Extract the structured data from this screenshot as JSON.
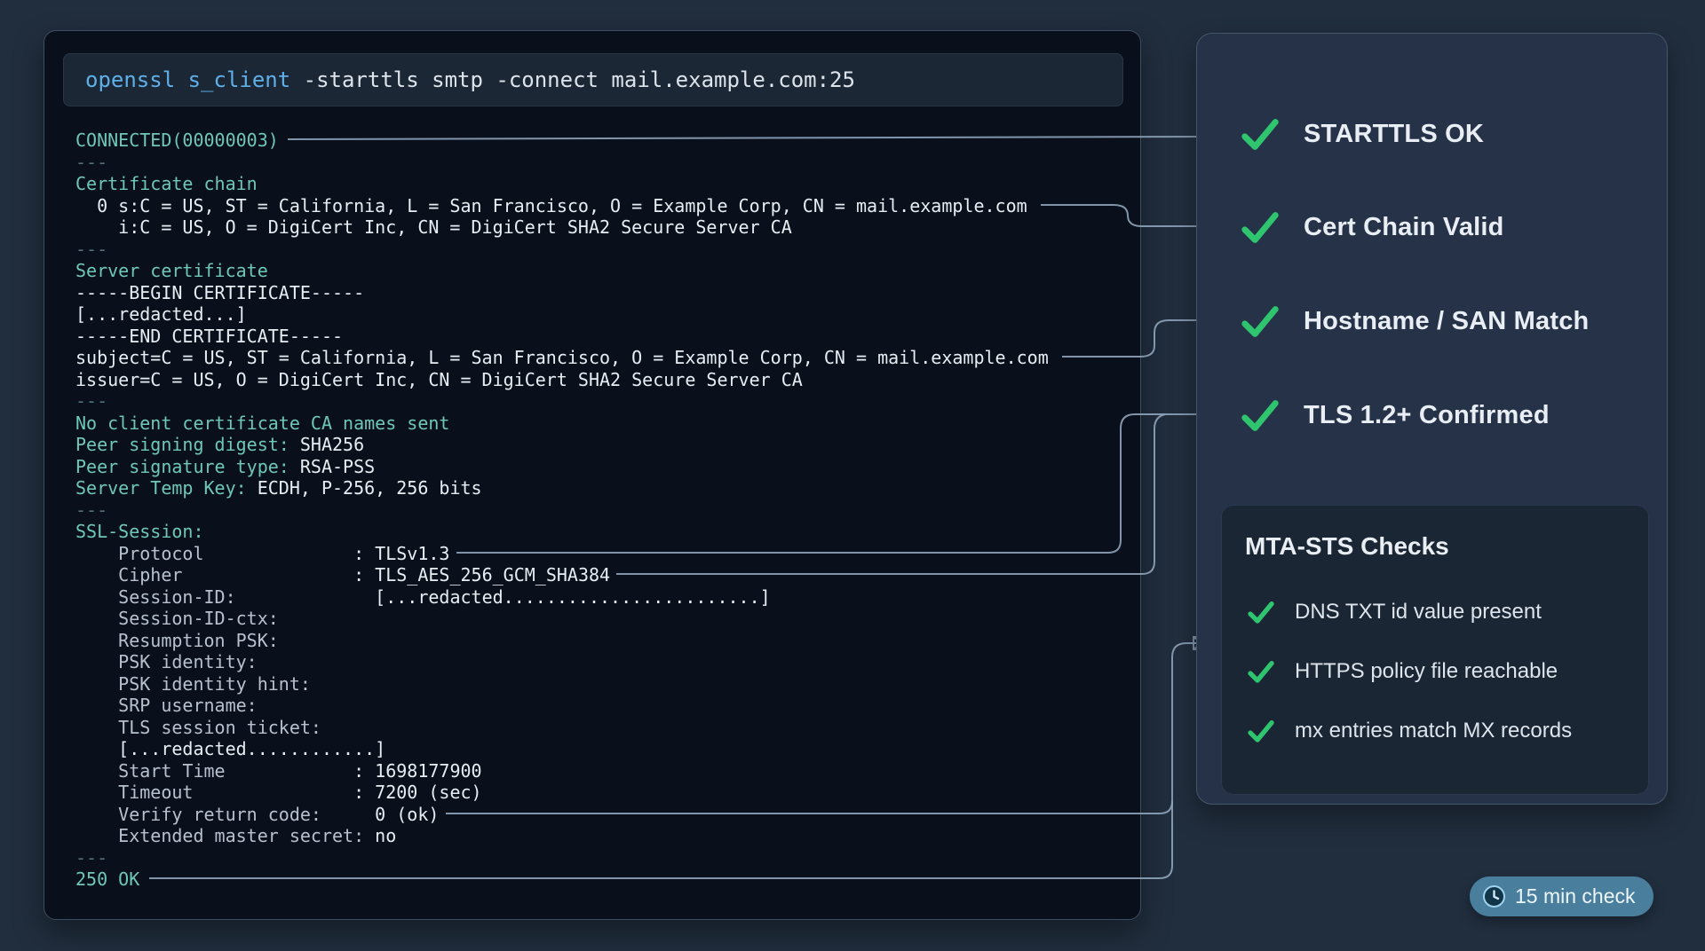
{
  "command": {
    "highlight": "openssl s_client",
    "rest": " -starttls smtp -connect mail.example.com:25"
  },
  "terminal": {
    "lines": [
      [
        {
          "t": "CONNECTED(00000003)",
          "c": "teal"
        }
      ],
      [
        {
          "t": "---",
          "c": "dim"
        }
      ],
      [
        {
          "t": "Certificate chain",
          "c": "teal"
        }
      ],
      [
        {
          "t": "  0 s:C = US, ST = California, L = San Francisco, O = Example Corp, CN = mail.example.com",
          "c": "white"
        }
      ],
      [
        {
          "t": "    i:C = US, O = DigiCert Inc, CN = DigiCert SHA2 Secure Server CA",
          "c": "white"
        }
      ],
      [
        {
          "t": "---",
          "c": "dim"
        }
      ],
      [
        {
          "t": "Server certificate",
          "c": "teal"
        }
      ],
      [
        {
          "t": "-----BEGIN CERTIFICATE-----",
          "c": "white"
        }
      ],
      [
        {
          "t": "[...redacted...]",
          "c": "white"
        }
      ],
      [
        {
          "t": "-----END CERTIFICATE-----",
          "c": "white"
        }
      ],
      [
        {
          "t": "subject=C = US, ST = California, L = San Francisco, O = Example Corp, CN = mail.example.com",
          "c": "white"
        }
      ],
      [
        {
          "t": "issuer=C = US, O = DigiCert Inc, CN = DigiCert SHA2 Secure Server CA",
          "c": "white"
        }
      ],
      [
        {
          "t": "---",
          "c": "dim"
        }
      ],
      [
        {
          "t": "No client certificate CA names sent",
          "c": "teal"
        }
      ],
      [
        {
          "t": "Peer signing digest: ",
          "c": "teal"
        },
        {
          "t": "SHA256",
          "c": "white"
        }
      ],
      [
        {
          "t": "Peer signature type: ",
          "c": "teal"
        },
        {
          "t": "RSA-PSS",
          "c": "white"
        }
      ],
      [
        {
          "t": "Server Temp Key: ",
          "c": "teal"
        },
        {
          "t": "ECDH, P-256, 256 bits",
          "c": "white"
        }
      ],
      [
        {
          "t": "---",
          "c": "dim"
        }
      ],
      [
        {
          "t": "SSL-Session:",
          "c": "teal"
        }
      ],
      [
        {
          "t": "    Protocol              ",
          "c": "key"
        },
        {
          "t": ": TLSv1.3",
          "c": "white"
        }
      ],
      [
        {
          "t": "    Cipher                ",
          "c": "key"
        },
        {
          "t": ": TLS_AES_256_GCM_SHA384",
          "c": "white"
        }
      ],
      [
        {
          "t": "    Session-ID:             ",
          "c": "key"
        },
        {
          "t": "[...redacted........................]",
          "c": "white"
        }
      ],
      [
        {
          "t": "    Session-ID-ctx:",
          "c": "key"
        }
      ],
      [
        {
          "t": "    Resumption PSK:",
          "c": "key"
        }
      ],
      [
        {
          "t": "    PSK identity:",
          "c": "key"
        }
      ],
      [
        {
          "t": "    PSK identity hint:",
          "c": "key"
        }
      ],
      [
        {
          "t": "    SRP username:",
          "c": "key"
        }
      ],
      [
        {
          "t": "    TLS session ticket:",
          "c": "key"
        }
      ],
      [
        {
          "t": "    [...redacted............]",
          "c": "white"
        }
      ],
      [
        {
          "t": "    Start Time            ",
          "c": "key"
        },
        {
          "t": ": 1698177900",
          "c": "white"
        }
      ],
      [
        {
          "t": "    Timeout               ",
          "c": "key"
        },
        {
          "t": ": 7200 (sec)",
          "c": "white"
        }
      ],
      [
        {
          "t": "    Verify return code:     ",
          "c": "key"
        },
        {
          "t": "0 (ok)",
          "c": "white"
        }
      ],
      [
        {
          "t": "    Extended master secret: ",
          "c": "key"
        },
        {
          "t": "no",
          "c": "white"
        }
      ],
      [
        {
          "t": "---",
          "c": "dim"
        }
      ],
      [
        {
          "t": "250 OK",
          "c": "teal"
        }
      ]
    ]
  },
  "checklist": [
    {
      "label": "STARTTLS OK",
      "status": "pass"
    },
    {
      "label": "Cert Chain Valid",
      "status": "pass"
    },
    {
      "label": "Hostname / SAN Match",
      "status": "pass"
    },
    {
      "label": "TLS 1.2+ Confirmed",
      "status": "pass"
    }
  ],
  "mta_sts": {
    "title": "MTA-STS Checks",
    "items": [
      {
        "label": "DNS TXT id value present",
        "status": "pass"
      },
      {
        "label": "HTTPS policy file reachable",
        "status": "pass"
      },
      {
        "label": "mx entries match MX records",
        "status": "pass"
      }
    ]
  },
  "badge": {
    "label": "15 min check"
  },
  "colors": {
    "check_green": "#2fc56f",
    "terminal_teal": "#6fc7b7",
    "command_highlight": "#5fb0e8",
    "connector": "#8ea3ba",
    "badge_bg": "#497e9c",
    "terminal_bg": "#0a101b",
    "page_bg": "#212e3e"
  }
}
